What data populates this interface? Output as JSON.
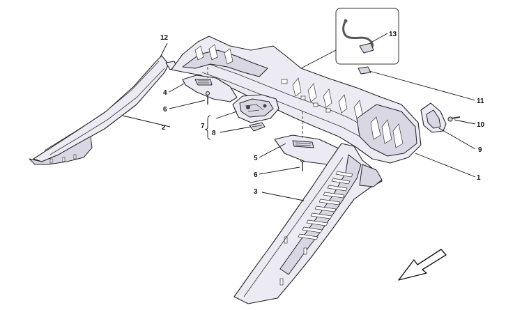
{
  "callouts": {
    "c1": "1",
    "c2": "2",
    "c3": "3",
    "c4": "4",
    "c5": "5",
    "c6a": "6",
    "c6b": "6",
    "c7": "7",
    "c8": "8",
    "c9": "9",
    "c10": "10",
    "c11": "11",
    "c12": "12",
    "c13": "13"
  },
  "icons": {
    "direction": "direction-arrow-icon"
  }
}
